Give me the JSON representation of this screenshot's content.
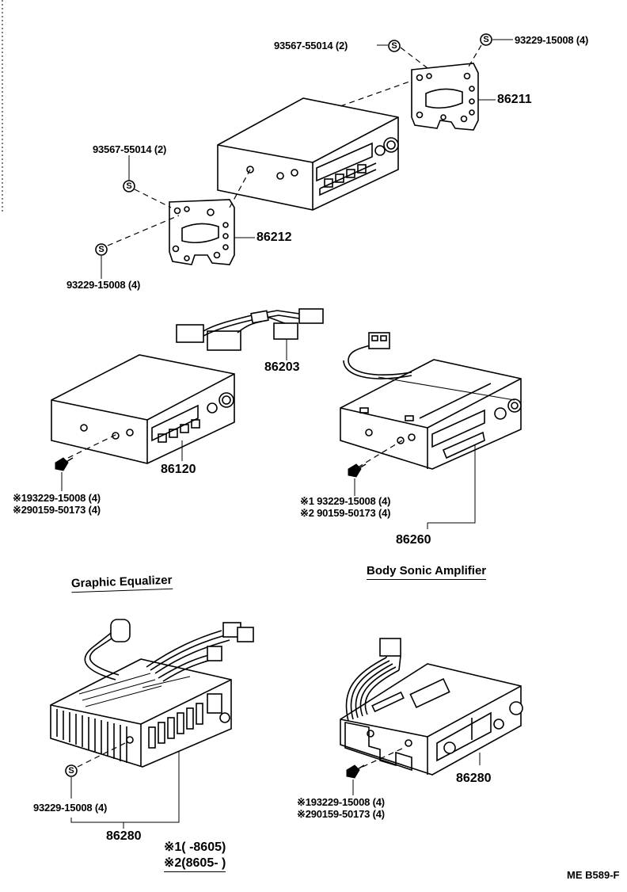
{
  "labels": {
    "p93567_top": "93567-55014 (2)",
    "p93229_top": "93229-15008 (4)",
    "p86211": "86211",
    "p93567_mid": "93567-55014 (2)",
    "p86212": "86212",
    "p93229_mid": "93229-15008 (4)",
    "p86203": "86203",
    "p86120": "86120",
    "left_s1": "※193229-15008 (4)",
    "left_s2": "※290159-50173 (4)",
    "right_s1": "※1 93229-15008 (4)",
    "right_s2": "※2 90159-50173 (4)",
    "p86260": "86260",
    "geq_screw": "93229-15008 (4)",
    "geq_part": "86280",
    "bsa_part": "86280",
    "bsa_s1": "※193229-15008 (4)",
    "bsa_s2": "※290159-50173 (4)"
  },
  "sections": {
    "graphic_equalizer": "Graphic Equalizer",
    "body_sonic_amplifier": "Body Sonic Amplifier"
  },
  "legend": {
    "line1": "※1(      -8605)",
    "line2": "※2(8605-        )"
  },
  "screw_mark": "S",
  "reference": "ME B589-F",
  "icons": [
    "screw-s-icon",
    "bolt-icon"
  ]
}
